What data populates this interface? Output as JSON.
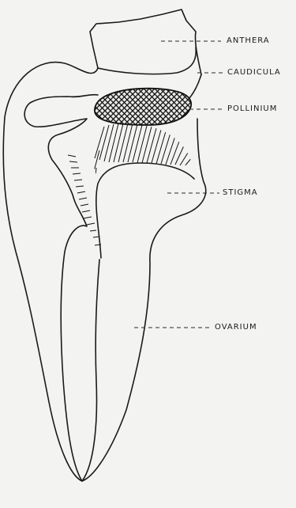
{
  "labels": {
    "anthera": "ANTHERA",
    "caudicula": "CAUDICULA",
    "pollinium": "POLLINIUM",
    "stigma": "STIGMA",
    "ovarium": "OVARIUM"
  },
  "colors": {
    "background": "#f3f3f1",
    "ink": "#1a1a1a"
  }
}
